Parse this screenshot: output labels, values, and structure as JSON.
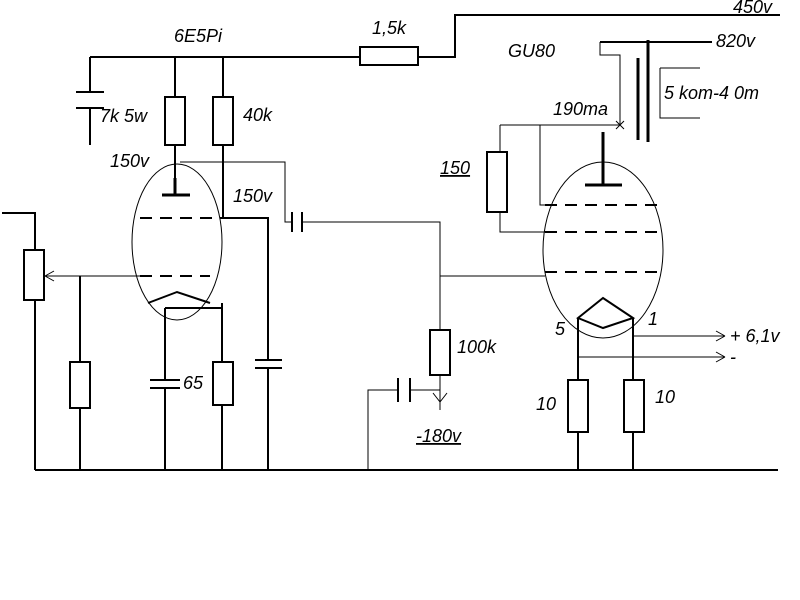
{
  "labels": {
    "b_plus": "450v",
    "b_plus_820": "820v",
    "r_supply": "1,5k",
    "driver_tube": "6E5Pi",
    "output_tube": "GU80",
    "r_7k": "7k 5w",
    "r_40k": "40k",
    "v_anode": "150v",
    "v_screen": "150v",
    "transformer": "5 kom-4 0m",
    "anode_current": "190ma",
    "r_150": "150",
    "r_100k": "100k",
    "bias_voltage": "-180v",
    "cathode_cap": "65",
    "pin5": "5",
    "pin1": "1",
    "r10_left": "10",
    "r10_right": "10",
    "filament_plus": "+ 6,1v",
    "filament_minus": "-"
  }
}
